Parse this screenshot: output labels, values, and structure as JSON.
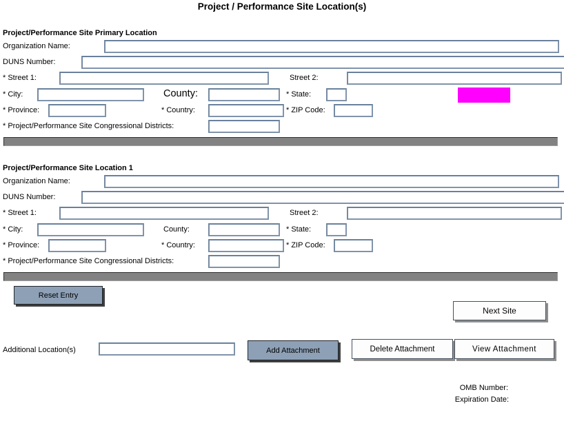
{
  "title": "Project / Performance Site Location(s)",
  "sections": [
    {
      "header": "Project/Performance Site Primary Location",
      "labels": {
        "organization": "Organization Name:",
        "duns": "DUNS Number:",
        "street1": "* Street 1:",
        "street2": "Street 2:",
        "city": "* City:",
        "county": "County:",
        "state": "* State:",
        "province": "* Province:",
        "country": "* Country:",
        "zip": "* ZIP Code:",
        "districts": "* Project/Performance Site Congressional Districts:"
      }
    },
    {
      "header": "Project/Performance Site Location 1",
      "labels": {
        "organization": "Organization Name:",
        "duns": "DUNS Number:",
        "street1": "* Street 1:",
        "street2": "Street 2:",
        "city": "* City:",
        "county": "County:",
        "state": "* State:",
        "province": "* Province:",
        "country": "* Country:",
        "zip": "* ZIP Code:",
        "districts": "* Project/Performance Site Congressional Districts:"
      }
    }
  ],
  "actions": {
    "reset": "Reset Entry",
    "next_site": "Next Site",
    "add_attachment": "Add Attachment",
    "delete_attachment": "Delete Attachment",
    "view_attachment": "View Attachment"
  },
  "footer": {
    "additional": "Additional Location(s)",
    "omb": "OMB Number:",
    "expiration": "Expiration Date:"
  },
  "colors": {
    "button_face": "#8DA0B6",
    "input_border": "#8093AB",
    "divider": "#828282",
    "highlight": "#FF00FF"
  }
}
